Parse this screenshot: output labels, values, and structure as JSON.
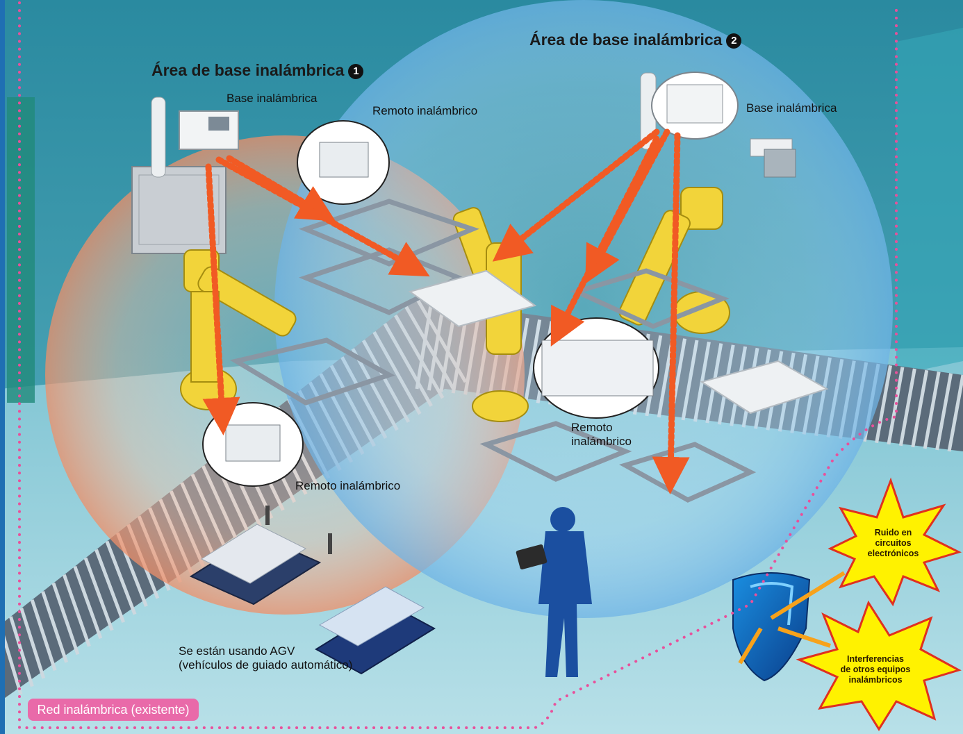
{
  "areas": {
    "area1": {
      "title": "Área de base inalámbrica",
      "number": "1"
    },
    "area2": {
      "title": "Área de base inalámbrica",
      "number": "2"
    }
  },
  "labels": {
    "base1": "Base inalámbrica",
    "base2": "Base inalámbrica",
    "remote_top": "Remoto inalámbrico",
    "remote_bottom": "Remoto inalámbrico",
    "remote_mid_line1": "Remoto",
    "remote_mid_line2": "inalámbrico",
    "agv_line1": "Se están usando AGV",
    "agv_line2": "(vehículos de guiado automático)"
  },
  "bursts": {
    "noise_line1": "Ruido en",
    "noise_line2": "circuitos",
    "noise_line3": "electrónicos",
    "interf_line1": "Interferencias",
    "interf_line2": "de otros equipos",
    "interf_line3": "inalámbricos"
  },
  "legend": {
    "label": "Red inalámbrica (existente)"
  },
  "colors": {
    "sky": "#2f8fa3",
    "floor": "#9fd4df",
    "area1_sphere": "#f4a88a",
    "area2_sphere": "#8fc8ec",
    "signal": "#f15a24",
    "robot": "#f2d43a",
    "legend_pink": "#e96aa9",
    "burst": "#fff200",
    "border_blue": "#1f6fb3"
  }
}
